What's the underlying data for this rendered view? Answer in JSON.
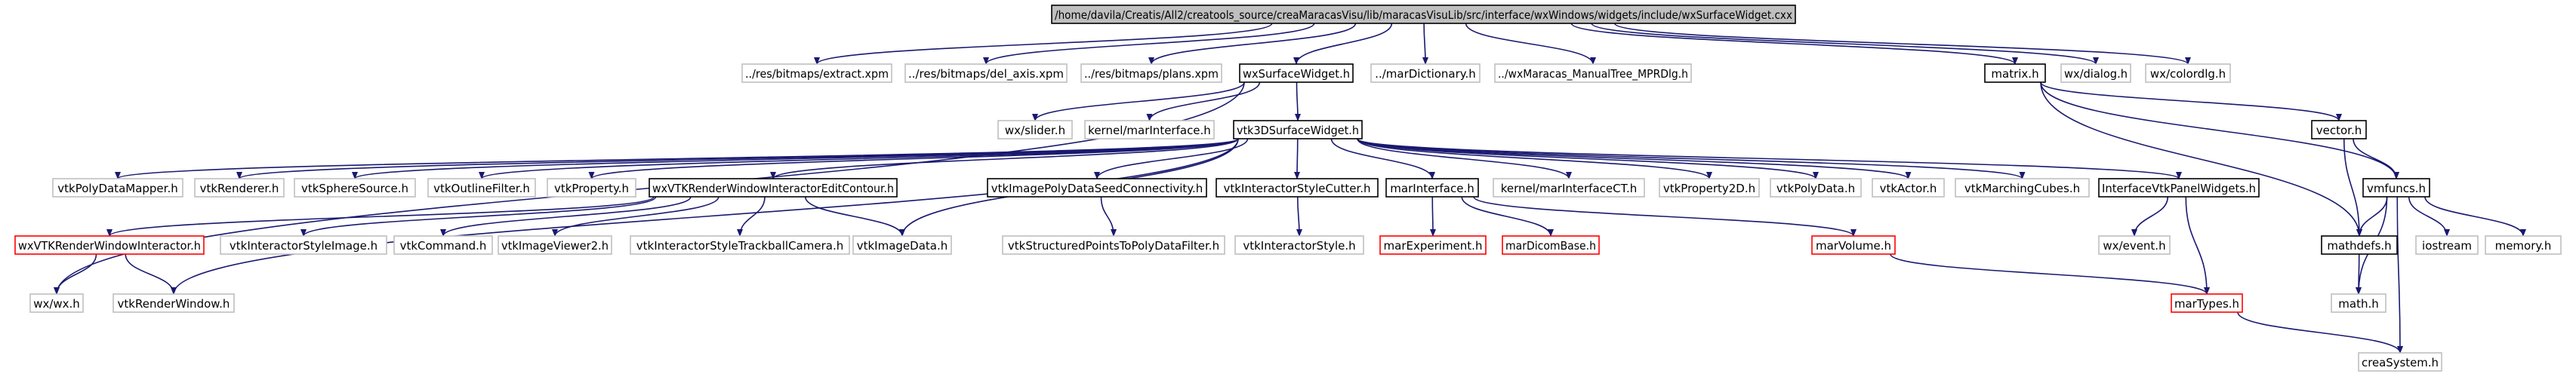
{
  "colors": {
    "edge": "#191970",
    "root_fill": "#bfbfbf",
    "documented_border": "#000000",
    "undocumented_border": "#bfbfbf",
    "missing_border": "#ff0000",
    "background": "#ffffff"
  },
  "nodes": [
    {
      "id": "root",
      "label": "/home/davila/Creatis/All2/creatools_source/creaMaracasVisu/lib/maracasVisuLib/src/interface/wxWindows/widgets/include/wxSurfaceWidget.cxx",
      "kind": "root"
    },
    {
      "id": "extract",
      "label": "../res/bitmaps/extract.xpm",
      "kind": "undocumented"
    },
    {
      "id": "delaxis",
      "label": "../res/bitmaps/del_axis.xpm",
      "kind": "undocumented"
    },
    {
      "id": "plans",
      "label": "../res/bitmaps/plans.xpm",
      "kind": "undocumented"
    },
    {
      "id": "wxsurf",
      "label": "wxSurfaceWidget.h",
      "kind": "documented"
    },
    {
      "id": "mardict",
      "label": "../marDictionary.h",
      "kind": "undocumented"
    },
    {
      "id": "manualtree",
      "label": "../wxMaracas_ManualTree_MPRDlg.h",
      "kind": "undocumented"
    },
    {
      "id": "matrix",
      "label": "matrix.h",
      "kind": "documented"
    },
    {
      "id": "wxdialog",
      "label": "wx/dialog.h",
      "kind": "undocumented"
    },
    {
      "id": "wxcolordlg",
      "label": "wx/colordlg.h",
      "kind": "undocumented"
    },
    {
      "id": "wxslider",
      "label": "wx/slider.h",
      "kind": "undocumented"
    },
    {
      "id": "kmarint",
      "label": "kernel/marInterface.h",
      "kind": "undocumented"
    },
    {
      "id": "vtk3d",
      "label": "vtk3DSurfaceWidget.h",
      "kind": "documented"
    },
    {
      "id": "vector",
      "label": "vector.h",
      "kind": "documented"
    },
    {
      "id": "vmfuncs",
      "label": "vmfuncs.h",
      "kind": "documented"
    },
    {
      "id": "polymapper",
      "label": "vtkPolyDataMapper.h",
      "kind": "undocumented"
    },
    {
      "id": "renderer",
      "label": "vtkRenderer.h",
      "kind": "undocumented"
    },
    {
      "id": "sphere",
      "label": "vtkSphereSource.h",
      "kind": "undocumented"
    },
    {
      "id": "outline",
      "label": "vtkOutlineFilter.h",
      "kind": "undocumented"
    },
    {
      "id": "property",
      "label": "vtkProperty.h",
      "kind": "undocumented"
    },
    {
      "id": "contour",
      "label": "wxVTKRenderWindowInteractorEditContour.h",
      "kind": "documented"
    },
    {
      "id": "seedconn",
      "label": "vtkImagePolyDataSeedConnectivity.h",
      "kind": "documented"
    },
    {
      "id": "cutter",
      "label": "vtkInteractorStyleCutter.h",
      "kind": "documented"
    },
    {
      "id": "marint",
      "label": "marInterface.h",
      "kind": "documented"
    },
    {
      "id": "kmarintct",
      "label": "kernel/marInterfaceCT.h",
      "kind": "undocumented"
    },
    {
      "id": "prop2d",
      "label": "vtkProperty2D.h",
      "kind": "undocumented"
    },
    {
      "id": "polydata",
      "label": "vtkPolyData.h",
      "kind": "undocumented"
    },
    {
      "id": "actor",
      "label": "vtkActor.h",
      "kind": "undocumented"
    },
    {
      "id": "mcubes",
      "label": "vtkMarchingCubes.h",
      "kind": "undocumented"
    },
    {
      "id": "ifacepanel",
      "label": "InterfaceVtkPanelWidgets.h",
      "kind": "documented"
    },
    {
      "id": "mathdefs",
      "label": "mathdefs.h",
      "kind": "documented"
    },
    {
      "id": "iostream",
      "label": "iostream",
      "kind": "undocumented"
    },
    {
      "id": "memory",
      "label": "memory.h",
      "kind": "undocumented"
    },
    {
      "id": "wxvtkrwi",
      "label": "wxVTKRenderWindowInteractor.h",
      "kind": "missing"
    },
    {
      "id": "styleimage",
      "label": "vtkInteractorStyleImage.h",
      "kind": "undocumented"
    },
    {
      "id": "command",
      "label": "vtkCommand.h",
      "kind": "undocumented"
    },
    {
      "id": "viewer2",
      "label": "vtkImageViewer2.h",
      "kind": "undocumented"
    },
    {
      "id": "trackball",
      "label": "vtkInteractorStyleTrackballCamera.h",
      "kind": "undocumented"
    },
    {
      "id": "imagedata",
      "label": "vtkImageData.h",
      "kind": "undocumented"
    },
    {
      "id": "structpts",
      "label": "vtkStructuredPointsToPolyDataFilter.h",
      "kind": "undocumented"
    },
    {
      "id": "istyle",
      "label": "vtkInteractorStyle.h",
      "kind": "undocumented"
    },
    {
      "id": "marexp",
      "label": "marExperiment.h",
      "kind": "missing"
    },
    {
      "id": "mardicom",
      "label": "marDicomBase.h",
      "kind": "missing"
    },
    {
      "id": "marvolume",
      "label": "marVolume.h",
      "kind": "missing"
    },
    {
      "id": "wxevent",
      "label": "wx/event.h",
      "kind": "undocumented"
    },
    {
      "id": "wxwx",
      "label": "wx/wx.h",
      "kind": "undocumented"
    },
    {
      "id": "renderwin",
      "label": "vtkRenderWindow.h",
      "kind": "undocumented"
    },
    {
      "id": "martypes",
      "label": "marTypes.h",
      "kind": "missing"
    },
    {
      "id": "mathh",
      "label": "math.h",
      "kind": "undocumented"
    },
    {
      "id": "creasys",
      "label": "creaSystem.h",
      "kind": "undocumented"
    }
  ],
  "edges": [
    [
      "root",
      "extract"
    ],
    [
      "root",
      "delaxis"
    ],
    [
      "root",
      "plans"
    ],
    [
      "root",
      "wxsurf"
    ],
    [
      "root",
      "mardict"
    ],
    [
      "root",
      "manualtree"
    ],
    [
      "root",
      "matrix"
    ],
    [
      "root",
      "wxdialog"
    ],
    [
      "root",
      "wxcolordlg"
    ],
    [
      "wxsurf",
      "wxslider"
    ],
    [
      "wxsurf",
      "kmarint"
    ],
    [
      "wxsurf",
      "vtk3d"
    ],
    [
      "wxsurf",
      "wxwx"
    ],
    [
      "matrix",
      "vector"
    ],
    [
      "matrix",
      "vmfuncs"
    ],
    [
      "matrix",
      "mathdefs"
    ],
    [
      "vector",
      "vmfuncs"
    ],
    [
      "vector",
      "mathdefs"
    ],
    [
      "vtk3d",
      "polymapper"
    ],
    [
      "vtk3d",
      "renderer"
    ],
    [
      "vtk3d",
      "sphere"
    ],
    [
      "vtk3d",
      "outline"
    ],
    [
      "vtk3d",
      "property"
    ],
    [
      "vtk3d",
      "contour"
    ],
    [
      "vtk3d",
      "seedconn"
    ],
    [
      "vtk3d",
      "cutter"
    ],
    [
      "vtk3d",
      "marint"
    ],
    [
      "vtk3d",
      "kmarintct"
    ],
    [
      "vtk3d",
      "prop2d"
    ],
    [
      "vtk3d",
      "polydata"
    ],
    [
      "vtk3d",
      "actor"
    ],
    [
      "vtk3d",
      "mcubes"
    ],
    [
      "vtk3d",
      "ifacepanel"
    ],
    [
      "vtk3d",
      "imagedata"
    ],
    [
      "vtk3d",
      "renderwin"
    ],
    [
      "contour",
      "wxvtkrwi"
    ],
    [
      "contour",
      "styleimage"
    ],
    [
      "contour",
      "command"
    ],
    [
      "contour",
      "viewer2"
    ],
    [
      "contour",
      "trackball"
    ],
    [
      "contour",
      "imagedata"
    ],
    [
      "seedconn",
      "structpts"
    ],
    [
      "cutter",
      "istyle"
    ],
    [
      "marint",
      "marexp"
    ],
    [
      "marint",
      "mardicom"
    ],
    [
      "marint",
      "marvolume"
    ],
    [
      "marvolume",
      "martypes"
    ],
    [
      "ifacepanel",
      "wxevent"
    ],
    [
      "ifacepanel",
      "martypes"
    ],
    [
      "wxvtkrwi",
      "wxwx"
    ],
    [
      "wxvtkrwi",
      "renderwin"
    ],
    [
      "vmfuncs",
      "mathdefs"
    ],
    [
      "vmfuncs",
      "iostream"
    ],
    [
      "vmfuncs",
      "memory"
    ],
    [
      "vmfuncs",
      "mathh"
    ],
    [
      "vmfuncs",
      "creasys"
    ],
    [
      "mathdefs",
      "mathh"
    ],
    [
      "martypes",
      "creasys"
    ]
  ]
}
